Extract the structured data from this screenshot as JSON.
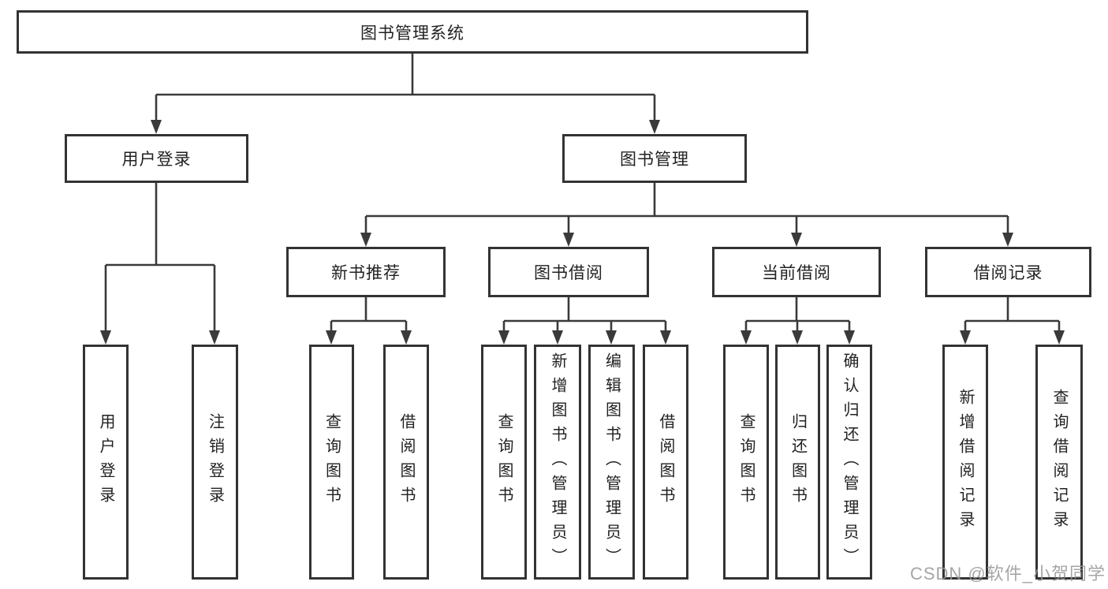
{
  "diagram": {
    "root": {
      "label": "图书管理系统"
    },
    "level2": [
      {
        "label": "用户登录"
      },
      {
        "label": "图书管理"
      }
    ],
    "level3": [
      {
        "label": "新书推荐"
      },
      {
        "label": "图书借阅"
      },
      {
        "label": "当前借阅"
      },
      {
        "label": "借阅记录"
      }
    ],
    "leaves": {
      "user_login": [
        "用户登录",
        "注销登录"
      ],
      "new_book": [
        "查询图书",
        "借阅图书"
      ],
      "book_borrow": [
        "查询图书",
        "新增图书（管理员）",
        "编辑图书（管理员）",
        "借阅图书"
      ],
      "current_borrow": [
        "查询图书",
        "归还图书",
        "确认归还（管理员）"
      ],
      "borrow_record": [
        "新增借阅记录",
        "查询借阅记录"
      ]
    },
    "line_color": "#3a3a3a"
  },
  "watermark": {
    "text": "CSDN @软件_小贺同学",
    "color": "#969696"
  }
}
